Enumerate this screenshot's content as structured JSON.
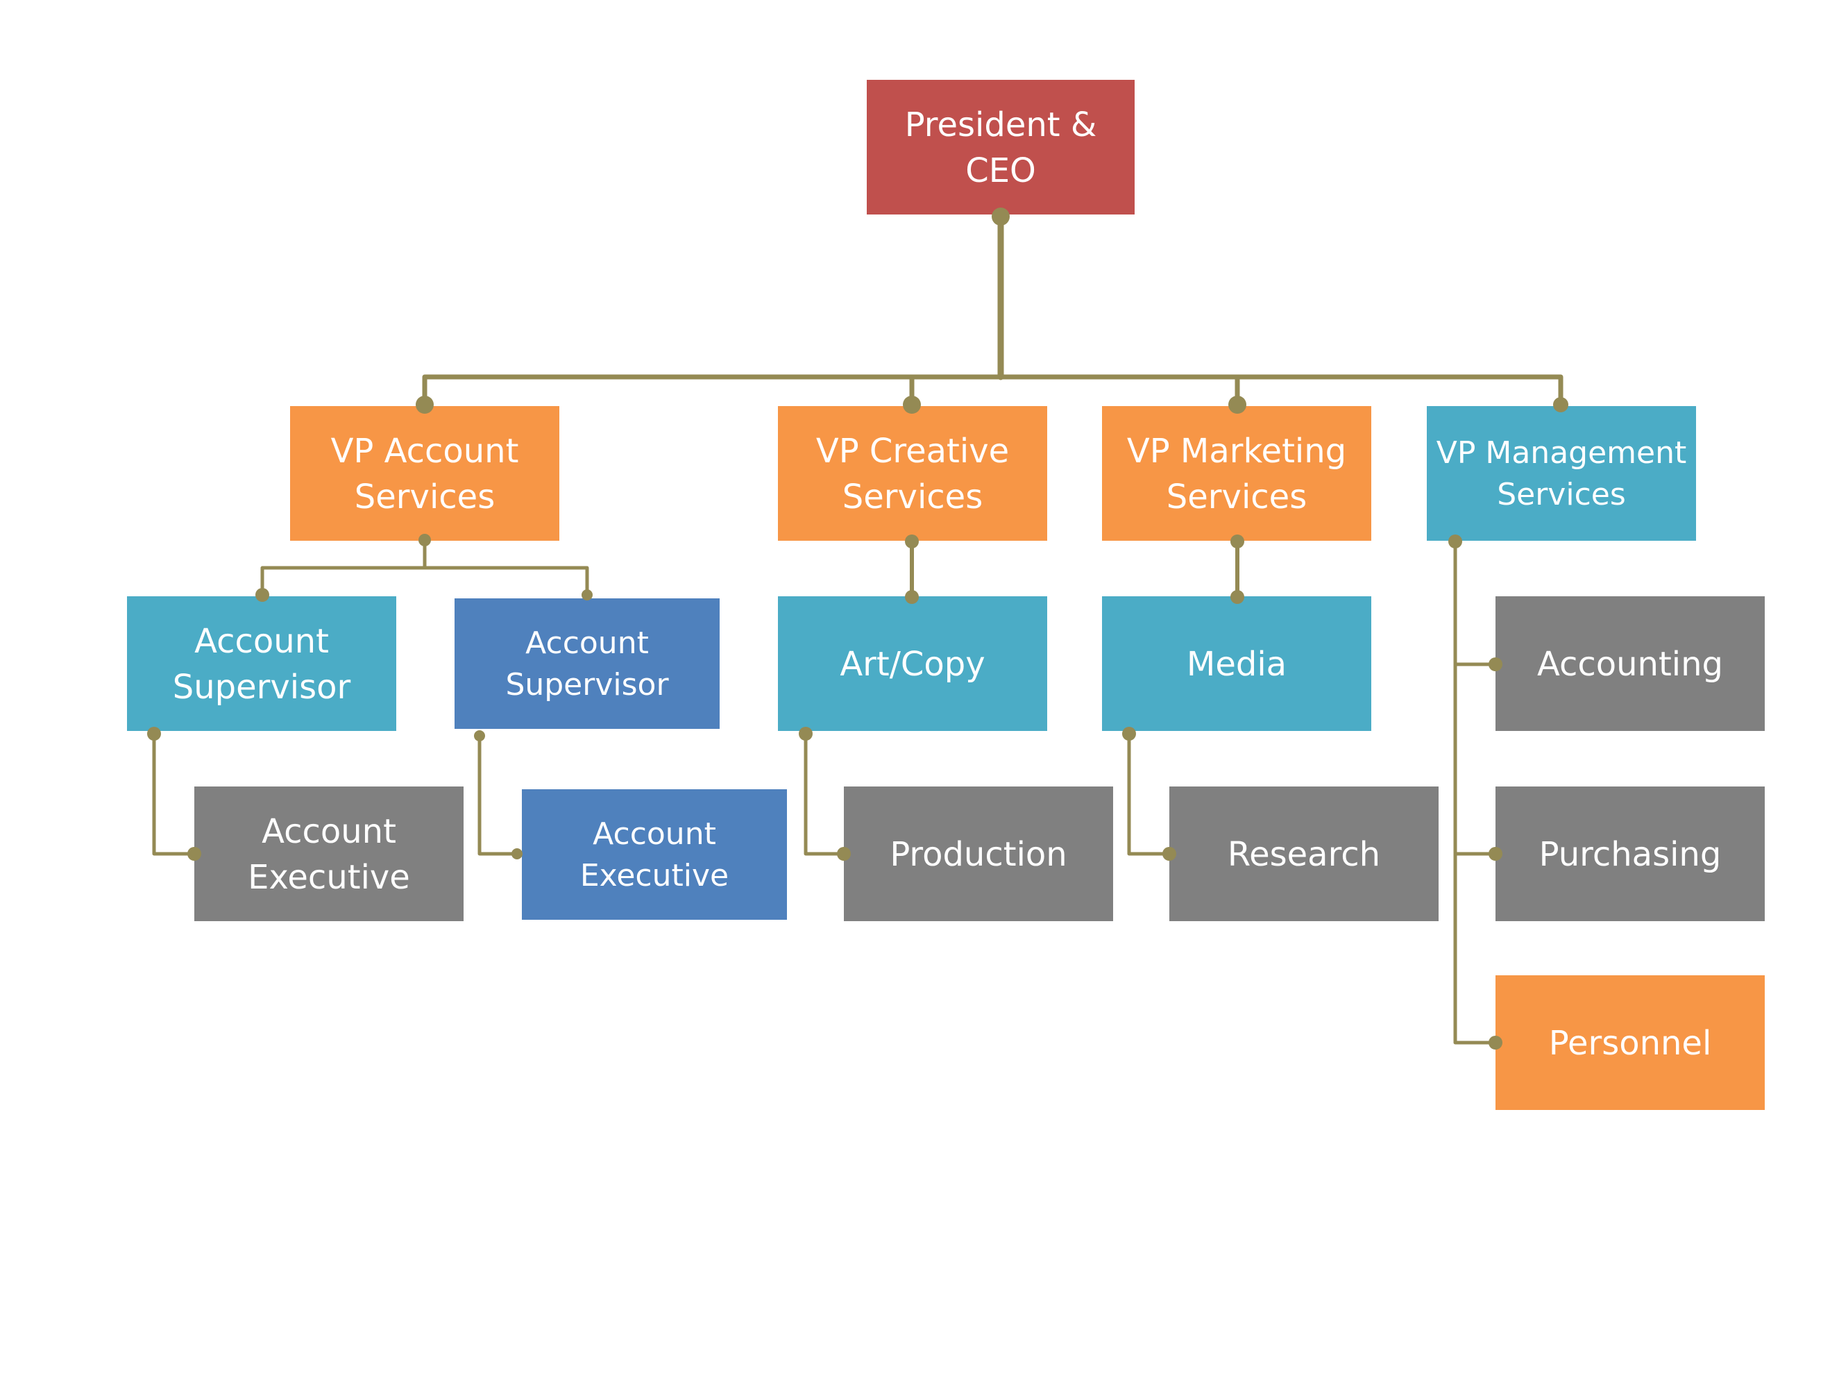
{
  "colors": {
    "red": "#C0504D",
    "orange": "#F79646",
    "teal": "#4BACC6",
    "blue": "#4F81BD",
    "gray": "#808080",
    "connector": "#948A54"
  },
  "nodes": {
    "ceo": {
      "lines": [
        "President &",
        "CEO"
      ],
      "color": "red"
    },
    "vp_account": {
      "lines": [
        "VP Account",
        "Services"
      ],
      "color": "orange"
    },
    "vp_creative": {
      "lines": [
        "VP Creative",
        "Services"
      ],
      "color": "orange"
    },
    "vp_marketing": {
      "lines": [
        "VP Marketing",
        "Services"
      ],
      "color": "orange"
    },
    "vp_management": {
      "lines": [
        "VP Management",
        "Services"
      ],
      "color": "teal"
    },
    "account_supervisor_1": {
      "lines": [
        "Account",
        "Supervisor"
      ],
      "color": "teal"
    },
    "account_supervisor_2": {
      "lines": [
        "Account",
        "Supervisor"
      ],
      "color": "blue"
    },
    "art_copy": {
      "lines": [
        "Art/Copy"
      ],
      "color": "teal"
    },
    "media": {
      "lines": [
        "Media"
      ],
      "color": "teal"
    },
    "account_executive_1": {
      "lines": [
        "Account",
        "Executive"
      ],
      "color": "gray"
    },
    "account_executive_2": {
      "lines": [
        "Account",
        "Executive"
      ],
      "color": "blue"
    },
    "production": {
      "lines": [
        "Production"
      ],
      "color": "gray"
    },
    "research": {
      "lines": [
        "Research"
      ],
      "color": "gray"
    },
    "accounting": {
      "lines": [
        "Accounting"
      ],
      "color": "gray"
    },
    "purchasing": {
      "lines": [
        "Purchasing"
      ],
      "color": "gray"
    },
    "personnel": {
      "lines": [
        "Personnel"
      ],
      "color": "orange"
    }
  }
}
